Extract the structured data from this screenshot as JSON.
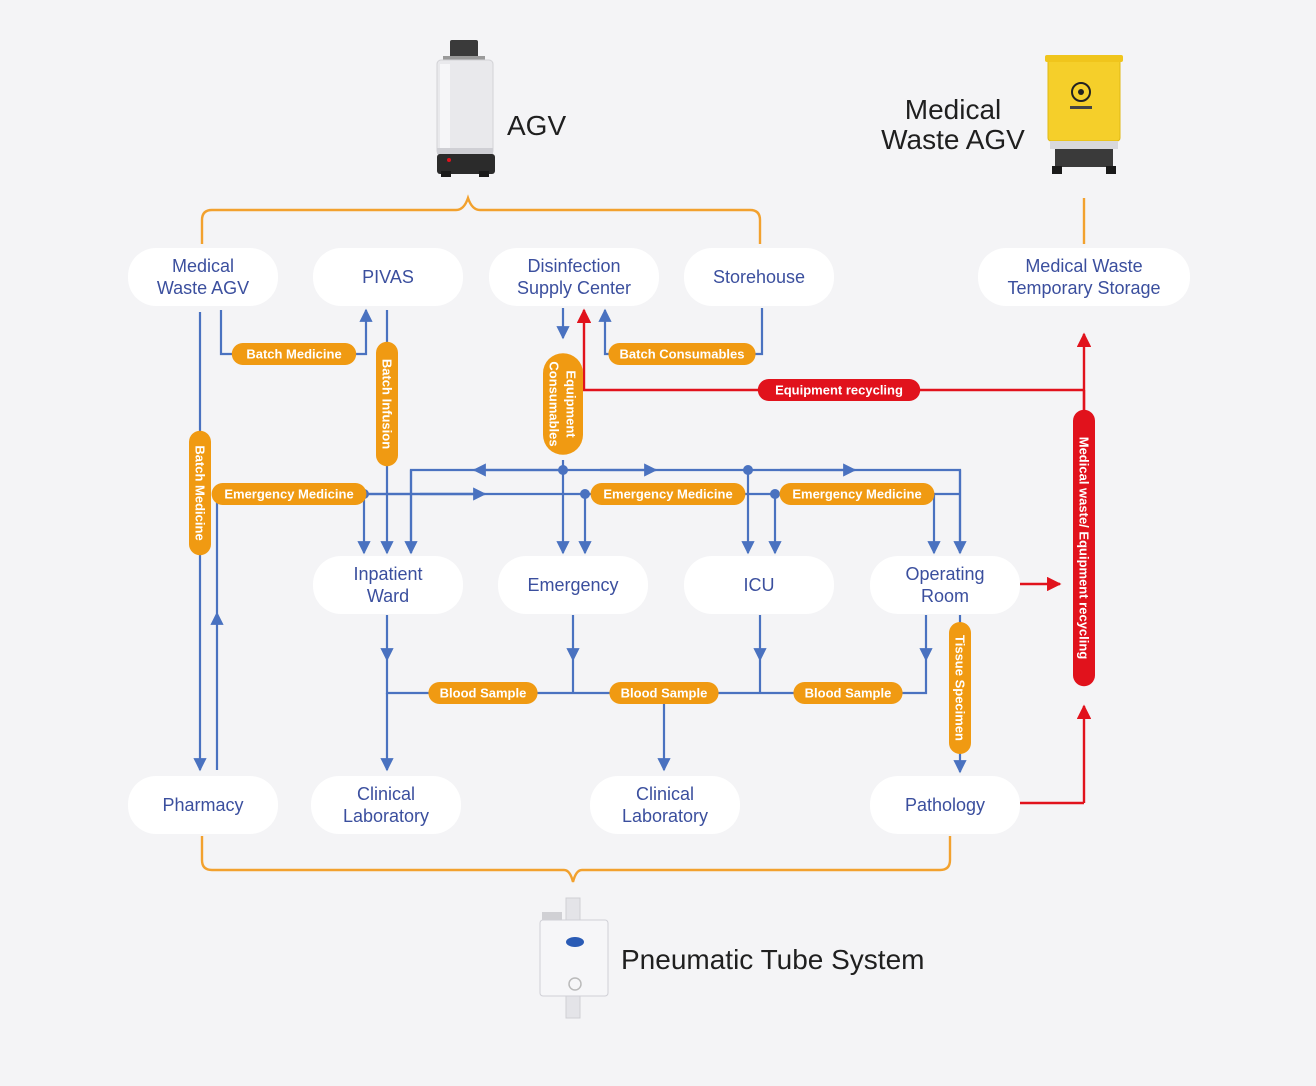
{
  "devices": {
    "agv": "AGV",
    "waste_agv_line1": "Medical",
    "waste_agv_line2": "Waste AGV",
    "pts": "Pneumatic Tube System"
  },
  "nodes": {
    "medical_waste_agv": [
      "Medical",
      "Waste AGV"
    ],
    "pivas": [
      "PIVAS"
    ],
    "disinfection": [
      "Disinfection",
      "Supply Center"
    ],
    "storehouse": [
      "Storehouse"
    ],
    "waste_storage": [
      "Medical Waste",
      "Temporary Storage"
    ],
    "inpatient_ward": [
      "Inpatient",
      "Ward"
    ],
    "emergency": [
      "Emergency"
    ],
    "icu": [
      "ICU"
    ],
    "operating_room": [
      "Operating",
      "Room"
    ],
    "pharmacy": [
      "Pharmacy"
    ],
    "clinical_lab_1": [
      "Clinical",
      "Laboratory"
    ],
    "clinical_lab_2": [
      "Clinical",
      "Laboratory"
    ],
    "pathology": [
      "Pathology"
    ]
  },
  "labels": {
    "batch_medicine_h": "Batch Medicine",
    "batch_consumables": "Batch Consumables",
    "equipment_recycling": "Equipment recycling",
    "batch_infusion": "Batch Infusion",
    "equipment_consumables_1": "Equipment",
    "equipment_consumables_2": "Consumables",
    "batch_medicine_v": "Batch Medicine",
    "emergency_medicine_1": "Emergency Medicine",
    "emergency_medicine_2": "Emergency Medicine",
    "emergency_medicine_3": "Emergency Medicine",
    "blood_sample_1": "Blood Sample",
    "blood_sample_2": "Blood Sample",
    "blood_sample_3": "Blood Sample",
    "tissue_specimen": "Tissue Specimen",
    "waste_recycling": "Medical waste/ Equipment recycling"
  },
  "colors": {
    "flow": "#4a72c0",
    "pill": "#f09a12",
    "red": "#e1121c",
    "brace": "#f2a12e",
    "node_text": "#3b4f9e"
  }
}
